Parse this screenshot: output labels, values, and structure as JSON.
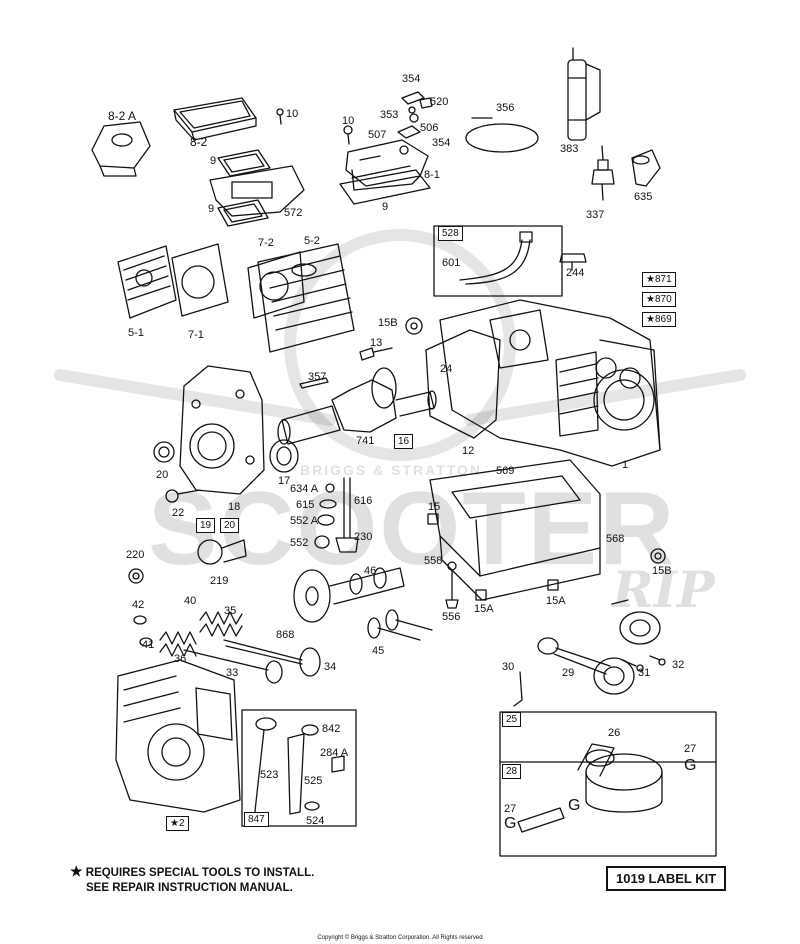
{
  "watermark": {
    "top": "BRIGGS & STRATTON",
    "main": "SCOOTER",
    "script": "RIP"
  },
  "note": {
    "line1": "REQUIRES SPECIAL TOOLS TO INSTALL.",
    "line2": "SEE REPAIR INSTRUCTION MANUAL.",
    "star": "★"
  },
  "kit_label": "1019 LABEL KIT",
  "copyright": "Copyright © Briggs & Stratton Corporation. All Rights reserved",
  "labels": {
    "p354a": "354",
    "p520": "520",
    "p356": "356",
    "p353": "353",
    "p506": "506",
    "p10a": "10",
    "p10b": "10",
    "p507": "507",
    "p354b": "354",
    "p82a": "8-2 A",
    "p82": "8-2",
    "p9a": "9",
    "p9b": "9",
    "p9c": "9",
    "p572": "572",
    "p81": "8-1",
    "p383": "383",
    "p337": "337",
    "p635": "635",
    "p601": "601",
    "p244": "244",
    "p52": "5-2",
    "p72": "7-2",
    "p51": "5-1",
    "p71": "7-1",
    "p15b": "15B",
    "p13": "13",
    "p357": "357",
    "p24": "24",
    "p741": "741",
    "p12": "12",
    "p20a": "20",
    "p17": "17",
    "p18": "18",
    "p1": "1",
    "p634a": "634 A",
    "p616": "616",
    "p615": "615",
    "p552a": "552 A",
    "p552": "552",
    "p230": "230",
    "p22": "22",
    "p569": "569",
    "p15": "15",
    "p568": "568",
    "p220": "220",
    "p219": "219",
    "p46": "46",
    "p558": "558",
    "p15b2": "15B",
    "p42": "42",
    "p40": "40",
    "p35": "35",
    "p868": "868",
    "p556": "556",
    "p15a1": "15A",
    "p15a2": "15A",
    "p41": "41",
    "p36": "36",
    "p34": "34",
    "p45": "45",
    "p33": "33",
    "p30": "30",
    "p29": "29",
    "p31": "31",
    "p32": "32",
    "p842": "842",
    "p284a": "284 A",
    "p523": "523",
    "p525": "525",
    "p524": "524",
    "p26": "26",
    "p27a": "27",
    "p27b": "27",
    "gA": "G",
    "gB": "G",
    "gC": "G"
  },
  "boxes": {
    "b528": "528",
    "b16": "16",
    "b19": "19",
    "b20": "20",
    "b2": "★2",
    "b847": "847",
    "b25": "25",
    "b28": "28",
    "b871": "★871",
    "b870": "★870",
    "b869": "★869"
  }
}
